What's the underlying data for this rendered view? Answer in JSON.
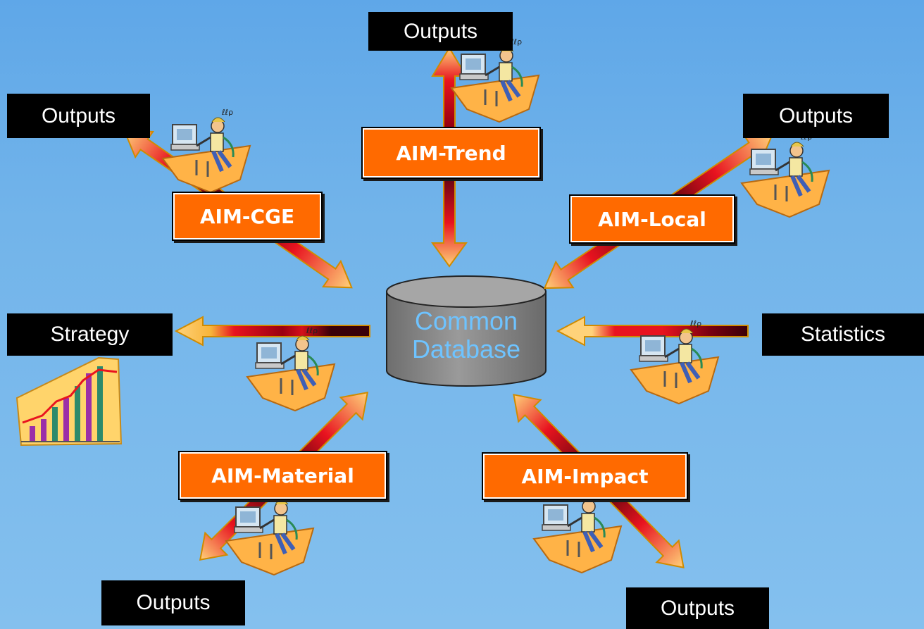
{
  "center": {
    "line1": "Common",
    "line2": "Database"
  },
  "models": {
    "trend": "AIM-Trend",
    "cge": "AIM-CGE",
    "local": "AIM-Local",
    "material": "AIM-Material",
    "impact": "AIM-Impact"
  },
  "outputs": {
    "top": "Outputs",
    "top_left": "Outputs",
    "top_right": "Outputs",
    "bottom_left": "Outputs",
    "bottom_right": "Outputs",
    "left": "Strategy",
    "right": "Statistics"
  },
  "colors": {
    "model_box": "#ff6a00",
    "label_box": "#000000",
    "arrow_outline": "#d08b00",
    "arrow_light": "#ffd27a",
    "arrow_red": "#e8131f",
    "arrow_dark": "#3a0008",
    "database": "#8a8a8a",
    "database_text": "#6ec3ff"
  },
  "icons": [
    "person-at-computer-icon",
    "rising-bar-chart-icon",
    "database-cylinder-icon"
  ]
}
